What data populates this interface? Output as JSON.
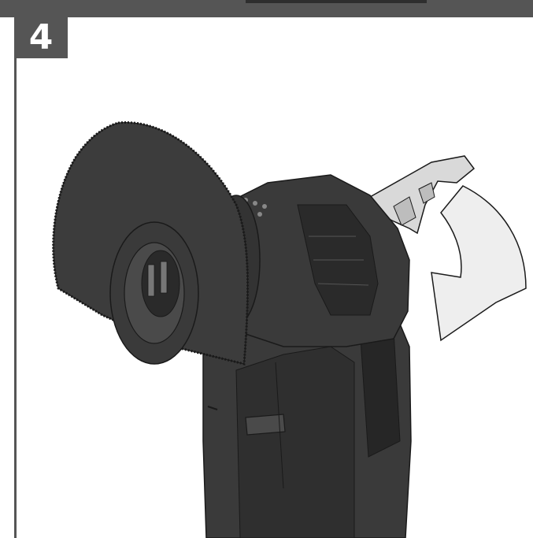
{
  "step": {
    "number": "4"
  },
  "illustration": {
    "subject": "oscillating-multi-tool-with-segment-saw-blade",
    "rotation_arrow_direction": "clockwise-down"
  },
  "colors": {
    "bar": "#555555",
    "tool_body": "#3a3a3a",
    "tool_dark": "#262626",
    "lever": "#d9d9d9",
    "arrow_fill": "#eeeeee",
    "outline": "#1a1a1a"
  }
}
